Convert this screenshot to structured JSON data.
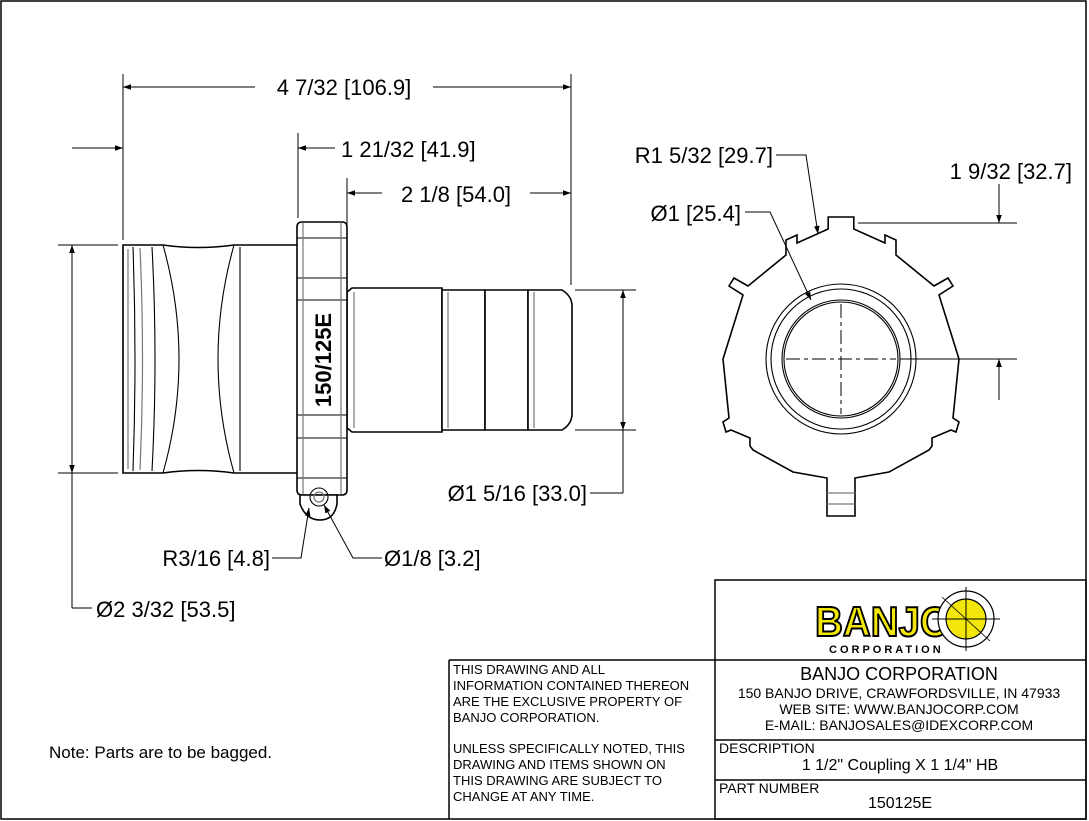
{
  "dimensions": {
    "overall_length": "4 7/32 [106.9]",
    "collar_to_end": "1 21/32 [41.9]",
    "barb_length": "2 1/8 [54.0]",
    "barb_diameter": "Ø1 5/16 [33.0]",
    "ring_radius": "R3/16 [4.8]",
    "hole_diameter": "Ø1/8 [3.2]",
    "body_diameter": "Ø2 3/32 [53.5]",
    "outer_radius": "R1 5/32 [29.7]",
    "bore_diameter": "Ø1 [25.4]",
    "lug_offset": "1 9/32 [32.7]"
  },
  "part_marking": "150/125E",
  "note": "Note: Parts are to be bagged.",
  "logo": {
    "wordmark": "BANJO",
    "tagline": "CORPORATION",
    "yellow": "#f2e60a"
  },
  "disclaimer": {
    "ownership": [
      "THIS DRAWING AND ALL",
      "INFORMATION CONTAINED THEREON",
      "ARE THE EXCLUSIVE PROPERTY OF",
      "BANJO CORPORATION."
    ],
    "subject_to_change": [
      "UNLESS SPECIFICALLY NOTED, THIS",
      "DRAWING AND ITEMS SHOWN ON",
      "THIS DRAWING ARE SUBJECT TO",
      "CHANGE AT ANY TIME."
    ]
  },
  "company": {
    "name": "BANJO CORPORATION",
    "address": "150 BANJO DRIVE, CRAWFORDSVILLE, IN 47933",
    "website": "WEB SITE: WWW.BANJOCORP.COM",
    "email": "E-MAIL: BANJOSALES@IDEXCORP.COM"
  },
  "description": {
    "label": "DESCRIPTION",
    "value": "1 1/2\" Coupling X 1 1/4\" HB"
  },
  "part_number": {
    "label": "PART NUMBER",
    "value": "150125E"
  }
}
